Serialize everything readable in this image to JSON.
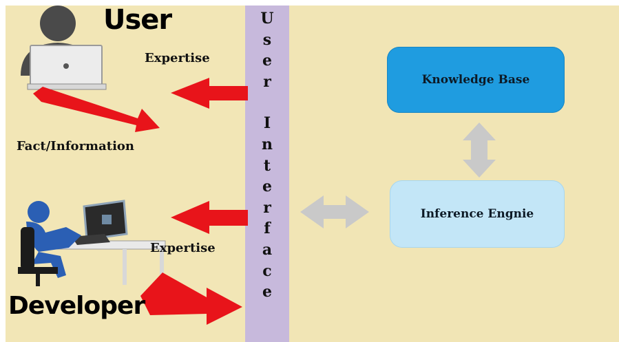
{
  "user_label": "User",
  "developer_label": "Developer",
  "user_interface_letters": [
    "U",
    "s",
    "e",
    "r",
    "I",
    "n",
    "t",
    "e",
    "r",
    "f",
    "a",
    "c",
    "e"
  ],
  "expertise_top": "Expertise",
  "fact_information": "Fact/Information",
  "expertise_bottom": "Expertise",
  "knowledge_base": "Knowledge Base",
  "inference_engine": "Inference Engnie",
  "colors": {
    "left_panel": "#f2e6b6",
    "ui_bar": "#c7b9dc",
    "arrow_red": "#e8141a",
    "arrow_gray": "#c9c9c9",
    "kb_box": "#1f9ce0",
    "ie_box": "#c3e6f7"
  },
  "icons": [
    "user-laptop-icon",
    "developer-workstation-icon"
  ]
}
